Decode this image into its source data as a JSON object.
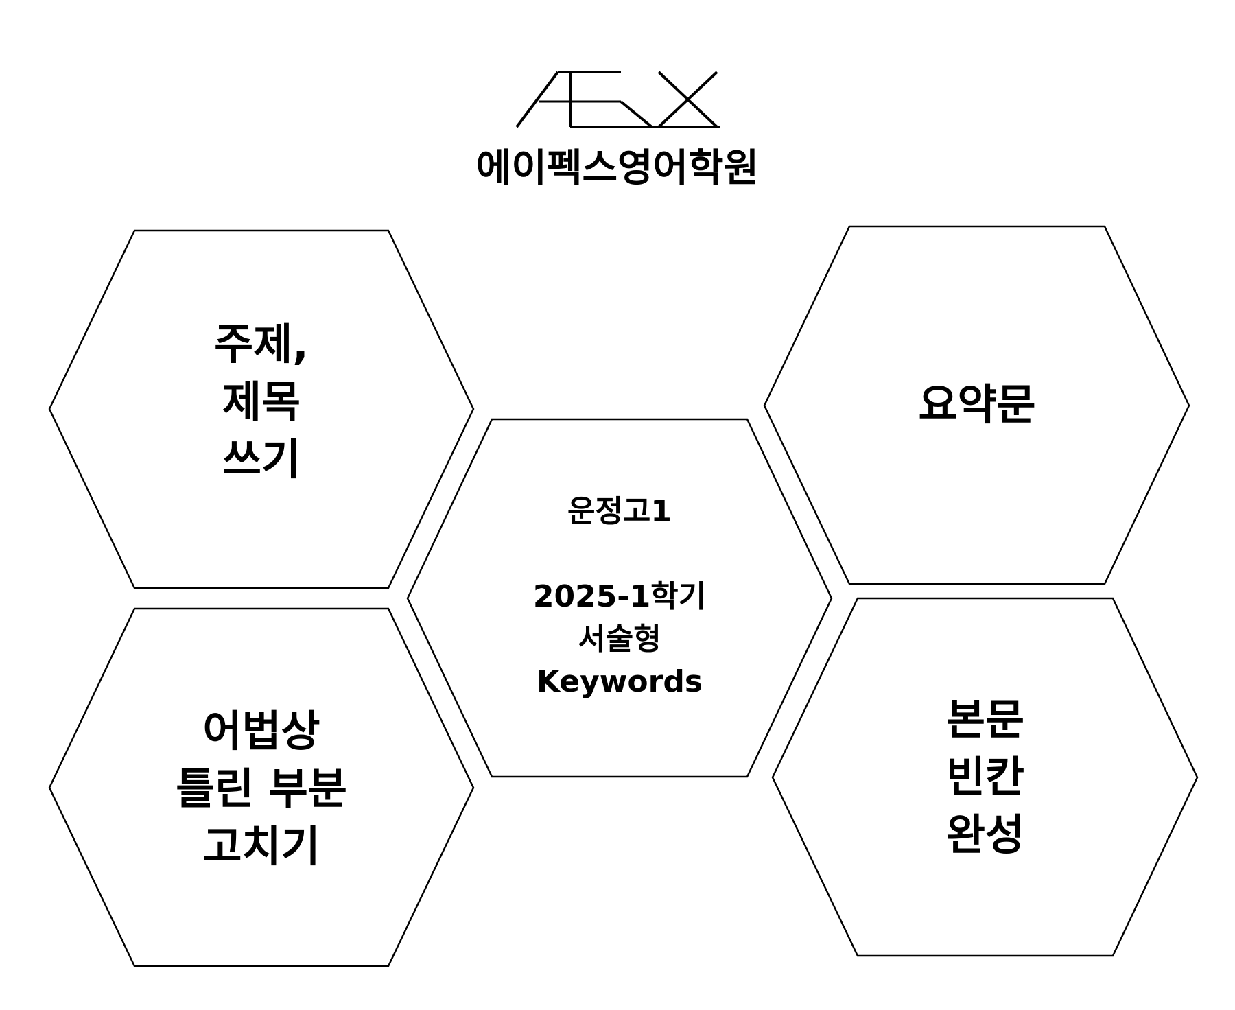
{
  "logo": {
    "wordmark": "APEX",
    "name": "에이펙스영어학원"
  },
  "hexagons": {
    "top_left": {
      "lines": [
        "주제,",
        "제목",
        "쓰기"
      ]
    },
    "bottom_left": {
      "lines": [
        "어법상",
        "틀린 부분",
        "고치기"
      ]
    },
    "center": {
      "line1": "운정고1",
      "line2": "2025-1학기",
      "line3": "서술형",
      "line4": "Keywords"
    },
    "top_right": {
      "lines": [
        "요약문"
      ]
    },
    "bottom_right": {
      "lines": [
        "본문",
        "빈칸",
        "완성"
      ]
    }
  },
  "colors": {
    "stroke": "#000000",
    "background": "#ffffff",
    "text": "#000000"
  }
}
